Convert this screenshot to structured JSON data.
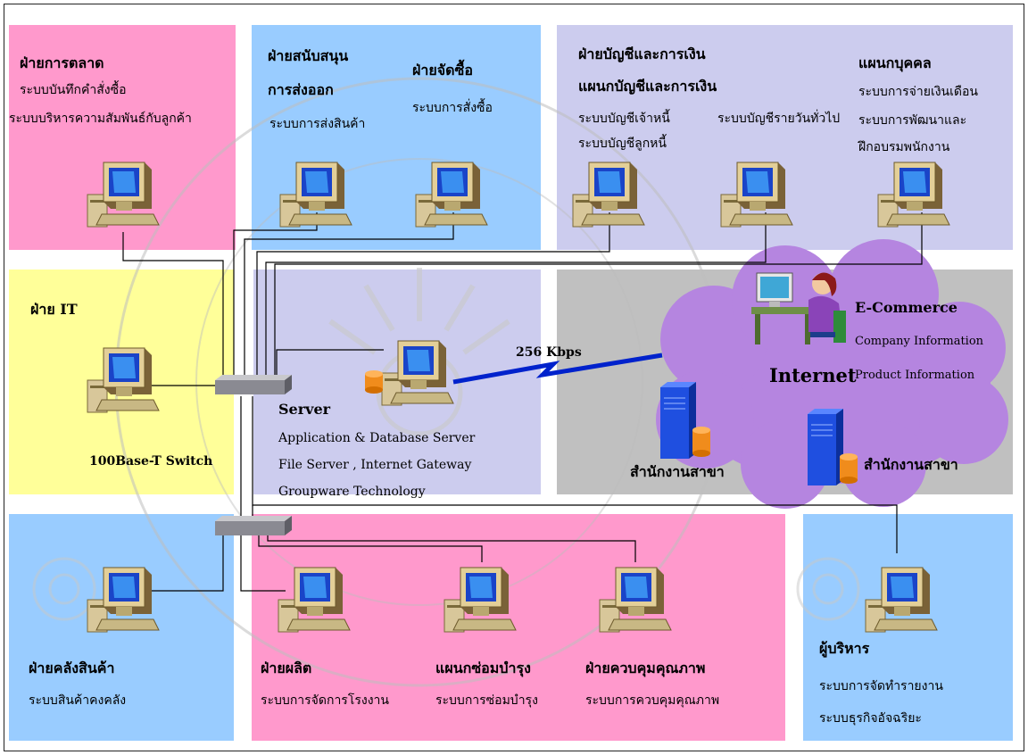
{
  "colors": {
    "pink": "#ff99cc",
    "blue": "#99ccff",
    "lavender": "#ccccee",
    "yellow": "#ffff99",
    "gray": "#c0c0c0",
    "cloud": "#b585e0",
    "wan_link": "#0022cc"
  },
  "zones": {
    "marketing": {
      "title": "ฝ่ายการตลาด",
      "systems": [
        "ระบบบันทึกคำสั่งซื้อ",
        "ระบบบริหารความสัมพันธ์กับลูกค้า"
      ]
    },
    "export_support": {
      "title_line1": "ฝ่ายสนับสนุน",
      "title_line2": "การส่งออก",
      "systems": [
        "ระบบการส่งสินค้า"
      ]
    },
    "purchasing": {
      "title": "ฝ่ายจัดซื้อ",
      "systems": [
        "ระบบการสั่งซื้อ"
      ]
    },
    "accounting": {
      "title_line1": "ฝ่ายบัญชีและการเงิน",
      "title_line2": "แผนกบัญชีและการเงิน",
      "systems": [
        "ระบบบัญชีเจ้าหนี้",
        "ระบบบัญชีรายวันทั่วไป",
        "ระบบบัญชีลูกหนี้"
      ]
    },
    "personnel": {
      "title": "แผนกบุคคล",
      "systems": [
        "ระบบการจ่ายเงินเดือน",
        "ระบบการพัฒนาและ",
        "ฝึกอบรมพนักงาน"
      ]
    },
    "it": {
      "title": "ฝ่าย IT",
      "switch_label": "100Base-T Switch"
    },
    "server": {
      "title": "Server",
      "lines": [
        "Application & Database Server",
        "File Server , Internet Gateway",
        "Groupware Technology"
      ]
    },
    "internet": {
      "link_speed": "256 Kbps",
      "cloud_label": "Internet",
      "ecommerce": "E-Commerce",
      "items": [
        "Company Information",
        "Product Information"
      ],
      "branch1": "สำนักงานสาขา",
      "branch2": "สำนักงานสาขา"
    },
    "warehouse": {
      "title": "ฝ่ายคลังสินค้า",
      "systems": [
        "ระบบสินค้าคงคลัง"
      ]
    },
    "production": {
      "title": "ฝ่ายผลิต",
      "systems": [
        "ระบบการจัดการโรงงาน"
      ]
    },
    "maintenance": {
      "title": "แผนกซ่อมบำรุง",
      "systems": [
        "ระบบการซ่อมบำรุง"
      ]
    },
    "quality": {
      "title": "ฝ่ายควบคุมคุณภาพ",
      "systems": [
        "ระบบการควบคุมคุณภาพ"
      ]
    },
    "executive": {
      "title": "ผู้บริหาร",
      "systems": [
        "ระบบการจัดทำรายงาน",
        "ระบบธุรกิจอัจฉริยะ"
      ]
    }
  }
}
